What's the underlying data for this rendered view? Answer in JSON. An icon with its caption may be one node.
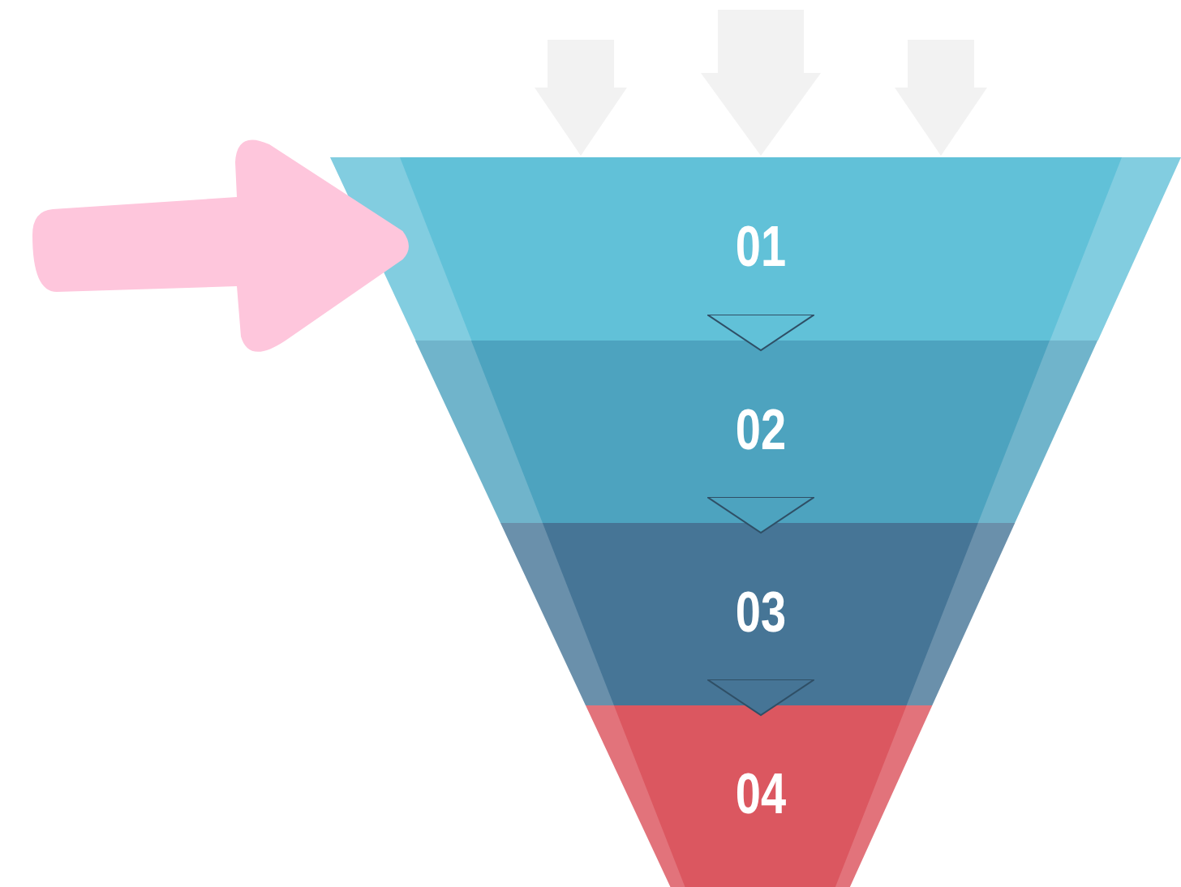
{
  "diagram": {
    "nodes": [
      {
        "text": [
          "01"
        ]
      },
      {
        "text": [
          "02"
        ]
      },
      {
        "text": [
          "03"
        ]
      },
      {
        "text": [
          "04"
        ]
      }
    ],
    "edges": [
      {
        "from": 0,
        "to": 1,
        "arrow": "to"
      },
      {
        "from": 1,
        "to": 2,
        "arrow": "to"
      },
      {
        "from": 2,
        "to": 3,
        "arrow": "to"
      },
      {
        "from": null,
        "to": 0,
        "arrow": "to",
        "color": "#f2f2f2"
      },
      {
        "from": null,
        "to": 0,
        "arrow": "to",
        "color": "#f2f2f2"
      },
      {
        "from": null,
        "to": 0,
        "arrow": "to",
        "color": "#f2f2f2"
      },
      {
        "from": null,
        "to": 0,
        "arrow": "to",
        "color": "#fec6dc"
      }
    ]
  }
}
